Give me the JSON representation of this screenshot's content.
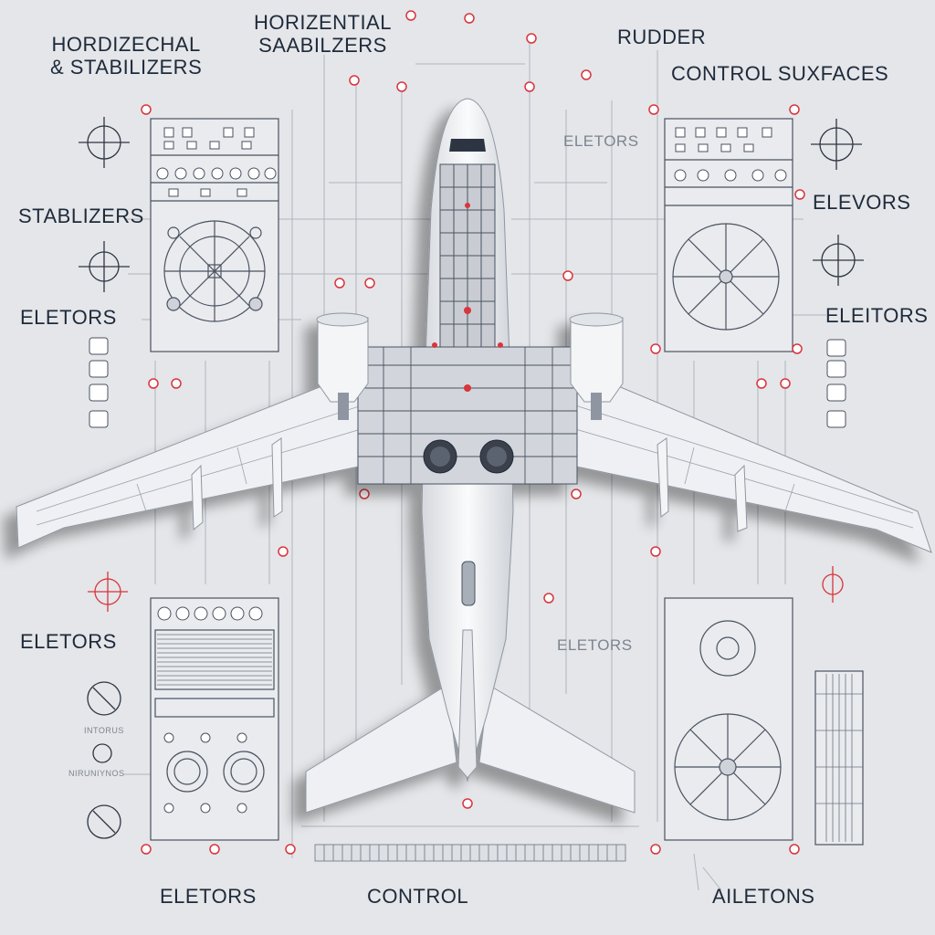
{
  "labels": {
    "top_left": "HORDIZECHAL\n& STABILIZERS",
    "top_center": "HORIZENTIAL\nSAABILZERS",
    "top_right_1": "RUDDER",
    "top_right_2": "CONTROL SUXFACES",
    "left_1": "STABLIZERS",
    "left_2": "ELETORS",
    "left_3": "ELETORS",
    "right_1": "ELEVORS",
    "right_2": "ELEITORS",
    "faded_1": "ELETORS",
    "faded_2": "ELETORS",
    "bottom_left": "ELETORS",
    "bottom_center": "CONTROL",
    "bottom_right": "AILETONS",
    "small_1": "INTORUS",
    "small_2": "NIRUNIYNOS"
  },
  "colors": {
    "background": "#e4e6e9",
    "line": "#4a5260",
    "marker": "#d9343c",
    "aircraft": "#f3f4f6"
  }
}
